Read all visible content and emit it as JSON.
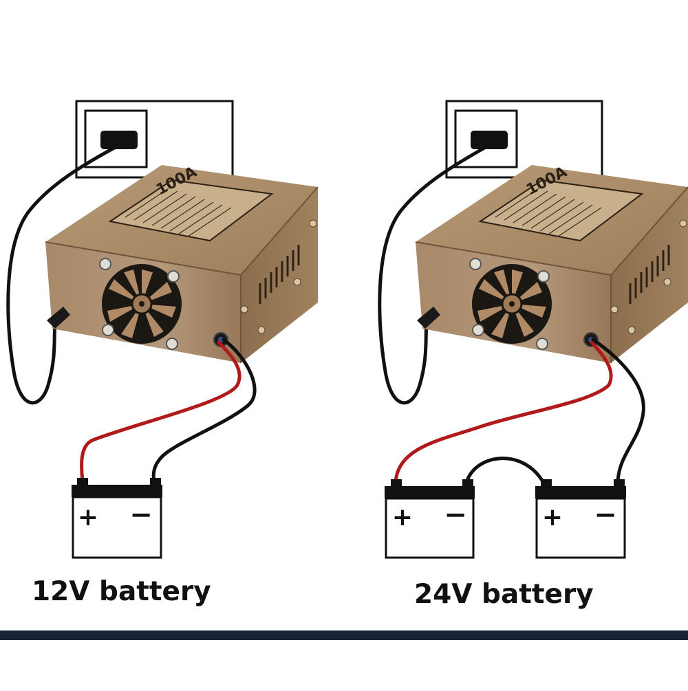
{
  "diagrams": [
    {
      "id": "left",
      "caption": "12V battery",
      "charger_label": "100A",
      "batteries": [
        {
          "positive": "+",
          "negative": "−"
        }
      ]
    },
    {
      "id": "right",
      "caption": "24V battery",
      "charger_label": "100A",
      "batteries": [
        {
          "positive": "+",
          "negative": "−"
        },
        {
          "positive": "+",
          "negative": "−"
        }
      ]
    }
  ],
  "colors": {
    "charger_body": "#a58763",
    "charger_side": "#8a6c4c",
    "cable_black": "#111111",
    "cable_red": "#b01a1a",
    "bottom_bar": "#1a2436"
  }
}
